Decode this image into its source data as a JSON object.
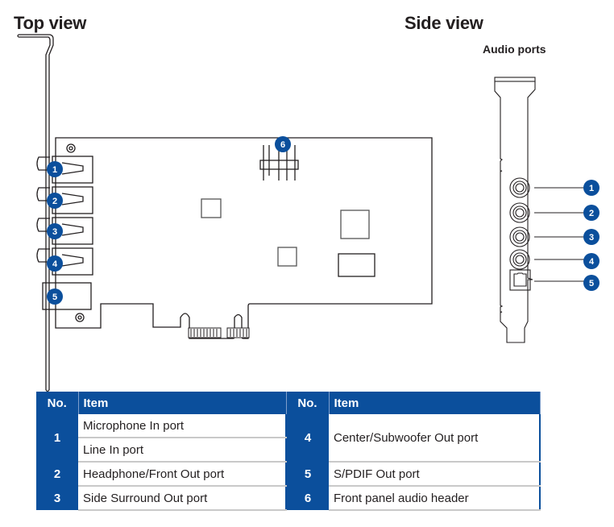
{
  "headings": {
    "top_view": "Top view",
    "side_view": "Side view",
    "audio_ports": "Audio ports"
  },
  "colors": {
    "accent": "#0b4f9c",
    "line": "#231f20"
  },
  "callouts_top": [
    "1",
    "2",
    "3",
    "4",
    "5",
    "6"
  ],
  "callouts_side": [
    "1",
    "2",
    "3",
    "4",
    "5"
  ],
  "table": {
    "headers": {
      "no": "No.",
      "item": "Item"
    },
    "left": [
      {
        "no": "1",
        "items": [
          "Microphone In port",
          "Line In port"
        ]
      },
      {
        "no": "2",
        "items": [
          "Headphone/Front Out port"
        ]
      },
      {
        "no": "3",
        "items": [
          "Side Surround Out port"
        ]
      }
    ],
    "right": [
      {
        "no": "4",
        "item": "Center/Subwoofer Out port"
      },
      {
        "no": "5",
        "item": "S/PDIF Out port"
      },
      {
        "no": "6",
        "item": "Front panel audio header"
      }
    ]
  }
}
